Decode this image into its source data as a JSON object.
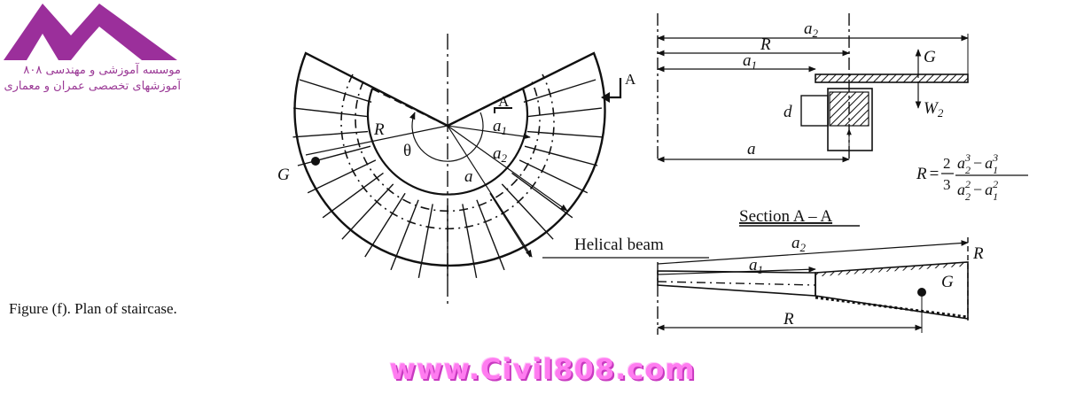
{
  "logo": {
    "line1": "موسسه آموزشی و مهندسی ۸۰۸",
    "line2": "آموزشهای تخصصی عمران و معماری",
    "color": "#9b2f9b"
  },
  "caption": "Figure (f). Plan of staircase.",
  "website": "www.Civil808.com",
  "plan": {
    "label_R": "R",
    "label_theta": "θ",
    "label_a1": "a",
    "label_a1_sub": "1",
    "label_a2": "a",
    "label_a2_sub": "2",
    "label_a": "a",
    "label_G": "G",
    "section_mark_1": "A",
    "section_mark_2": "A",
    "helical_beam": "Helical beam"
  },
  "section_top": {
    "label_a2": "a",
    "label_a2_sub": "2",
    "label_R": "R",
    "label_a1": "a",
    "label_a1_sub": "1",
    "label_G": "G",
    "label_W2": "W",
    "label_W2_sub": "2",
    "label_d": "d",
    "label_a": "a"
  },
  "formula": {
    "lhs": "R",
    "equals": "=",
    "coef_num": "2",
    "coef_den": "3",
    "num_a": "a",
    "num_a2_sub": "2",
    "num_a2_sup": "3",
    "num_minus": "−",
    "num_a1_sub": "1",
    "num_a1_sup": "3",
    "den_a": "a",
    "den_a2_sub": "2",
    "den_a2_sup": "2",
    "den_minus": "−",
    "den_a1_sub": "1",
    "den_a1_sup": "2"
  },
  "section_aa": {
    "title": "Section A – A",
    "label_a2": "a",
    "label_a2_sub": "2",
    "label_R_top": "R",
    "label_a1": "a",
    "label_a1_sub": "1",
    "label_G": "G",
    "label_R_bottom": "R"
  }
}
